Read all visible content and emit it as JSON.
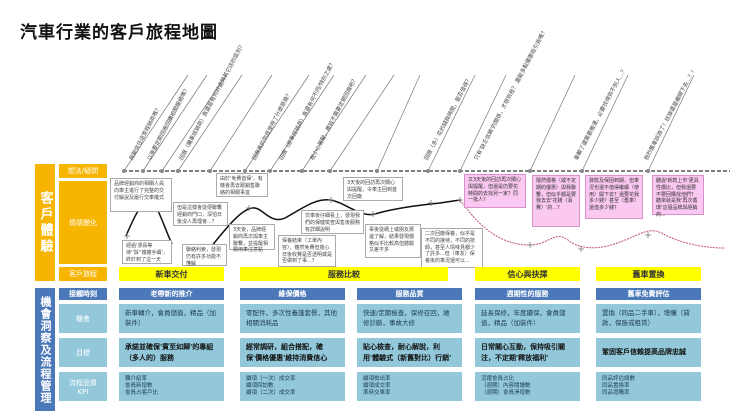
{
  "title": "汽車行業的客戶旅程地圖",
  "colors": {
    "orange": "#f7b400",
    "blue": "#4a78b8",
    "light_blue": "#92c8da",
    "yellow": "#ffff00",
    "pink": "#fbc8f2",
    "curve_black": "#111111",
    "curve_red": "#c0506e"
  },
  "sections": {
    "experience": "客戶體驗",
    "management": "機會洞察及流程管理"
  },
  "rows": {
    "thoughts": "想法/疑問",
    "emotion": "情感變化",
    "journey": "客戶旅程",
    "touchpoint": "接觸時刻",
    "opportunity": "機會",
    "goal": "目標",
    "kpi": "流程品質KPI"
  },
  "questions": [
    "我能信任這家經銷商嗎？",
    "以後要定期回廠回購相關服務嗎？",
    "回廠（購車經銷商）真還是有何好處與其它店的區別？",
    "回廠真的到底使用了什麼原廠？",
    "回廠（原車經銷商）真還有何不同/特別之處？",
    "我小心駕駛，應該不需要定期回廠吧？",
    "回廠（多）花的錢與時間，是否值得？",
    "只有'缺乏信賴'的關係，才想到我？ 還能多點優惠吸引我嗎？",
    "車輛了還需要搬運，必要找得到不到人...？",
    "我的舊車該換了！該換還是續開下去...？！"
  ],
  "bubbles": [
    "品牌經銷商的相關人員向車主進行了完整的交付解說及履行交車儀式",
    "經過'漫長等待''與''複雜手續'，終於到了這一天",
    "但是這樣會從便聯繫經銷商門口，深怕日後沒人再理會...？",
    "聯絡利索，發現仍有許多功能不懂解",
    "由於'免費首保'，有機會再去跟銷售聯絡的相關事宜",
    "3天後，品牌經銷商再次與車主聯繫，並提醒相關用車注意點",
    "保養結束（工單內容），雖然免費但擔心日後收費是否透明或是否做到了事...？",
    "交車後仔細看上，發現我們的保健檢查與售後服務有詳細說明",
    "3天後的回訪再次關心與提醒，令車主回到首次回廠",
    "事後從網上或朋友那邊了解，結果發現價格似乎比較高但體驗又差不多",
    "二次回廠保養，似乎是不同的接待，不同的技師，甚至人情味見都少了許多...但（車友）保養後的車況還可以...",
    "又3天後的回訪再次關心與提醒，但還是仍要花時間的去找另一家？同一批人？",
    "隨然價格（或不定期的優惠）與我聯繫，但似乎都是要我去去'花錢（消費）'的...？",
    "貸款及保固到期，但車況也還不值得繼續（使用）開下去？還要花我多少錢？甚至（舊車）還值多少錢？",
    "聽說'新款上市'更具性價比，但我還要不要回購找他們？聽來就是我'再次循環'這個品牌與經銷商..."
  ],
  "journey_stages": [
    "新車交付",
    "服務比較",
    "信心與抉擇",
    "舊車置換"
  ],
  "touchpoints": [
    "老帶新的推介",
    "維保價格",
    "服務品質",
    "週期性的服務",
    "舊車免費評估"
  ],
  "opportunities": [
    "新車轉介，會員儲值，精品（加裝件）",
    "零配件，多次性養護套餐，其他相關消耗品",
    "快速/定期檢查，保修召回，維修診斷，事故大修",
    "延長保修，年度續保，會員儲值，精品（加裝件）",
    "置換（同品二手車），增購（貸款，保險或租賃）"
  ],
  "goals": [
    "承諾並確保'賓至如歸'的專組（多人的）服務",
    "經常調研，組合搭配，確保'價格優惠'維持消費信心",
    "貼心檢查，耐心解說，利用'體驗式（新舊對比）行銷'",
    "日常關心互動，保持吸引關注，不定期'釋放福利'",
    "鞏固客戶信賴提高品牌忠誠"
  ],
  "kpis": [
    [
      "轉介紹率",
      "會員新增數",
      "會員占客戶比"
    ],
    [
      "續項（一次）成交率",
      "續項回訪數",
      "續項（二次）成交率"
    ],
    [
      "續項檢出率",
      "續項成交率",
      "準時交車率"
    ],
    [
      "活躍會員占比",
      "（週期）內容閱讀數",
      "（週期）會員淨增數"
    ],
    [
      "同品評估總數",
      "同品置換率",
      "同品增購率"
    ]
  ]
}
